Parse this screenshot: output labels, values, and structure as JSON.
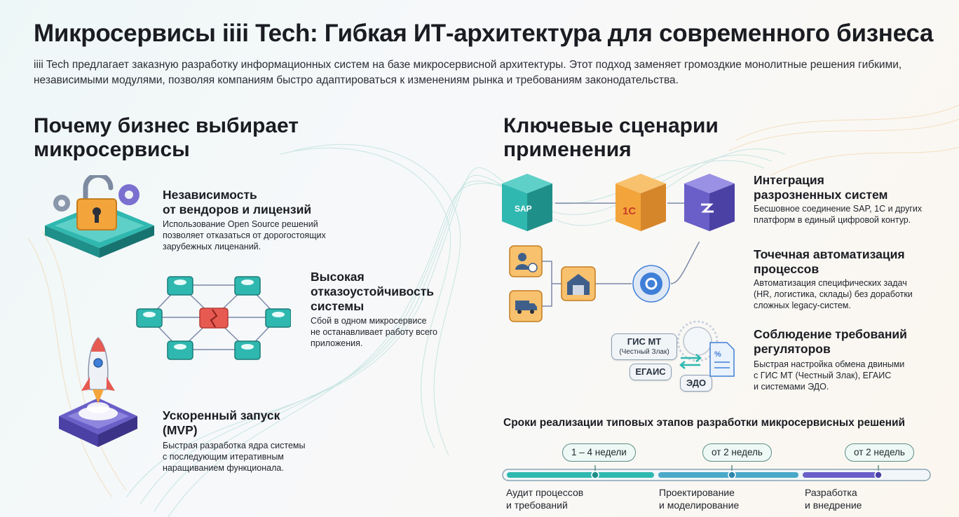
{
  "page": {
    "title": "Микросервисы iiii Tech: Гибкая ИТ-архитектура для современного бизнеса",
    "intro": "iiii Tech предлагает заказную разработку информационных систем на базе микросервисной архитектуры. Этот подход заменяет громоздкие монолитные решения гибкими, независимыми модулями, позволяя компаниям быстро адаптироваться к изменениям рынка и требованиям законодательства."
  },
  "why": {
    "title_line1": "Почему бизнес выбирает",
    "title_line2": "микросервисы",
    "features": [
      {
        "title_line1": "Независимость",
        "title_line2": "от вендоров и лицензий",
        "text_line1": "Использование Open Source решений",
        "text_line2": "позволяет отказаться от дорогостоящих",
        "text_line3": "зарубежных лиценаний."
      },
      {
        "title_line1": "Высокая",
        "title_line2": "отказоустойчивость",
        "title_line3": "системы",
        "text_line1": "Сбой в одном микросервисе",
        "text_line2": "не останавливает работу всего",
        "text_line3": "приложения."
      },
      {
        "title_line1": "Ускоренный запуск",
        "title_line2": "(MVP)",
        "text_line1": "Быстрая разработка ядра системы",
        "text_line2": "с последующим итеративным",
        "text_line3": "наращиванием функционала."
      }
    ]
  },
  "scenarios": {
    "title_line1": "Ключевые сценарии",
    "title_line2": "применения",
    "items": [
      {
        "title_line1": "Интеграция",
        "title_line2": "разрозненных систем",
        "text_line1": "Бесшовное соединение SAP, 1С и других",
        "text_line2": "платформ в единый цифровой контур."
      },
      {
        "title_line1": "Точечная автоматизация",
        "title_line2": "процессов",
        "text_line1": "Автоматизация специфических задач",
        "text_line2": "(HR, логистика, склады) без доработки",
        "text_line3": "сложных legacy-систем."
      },
      {
        "title_line1": "Соблюдение требований",
        "title_line2": "регуляторов",
        "text_line1": "Быстрая настройка обмена двиными",
        "text_line2": "с ГИС МТ (Честный Злак), ЕГАИС",
        "text_line3": "и системами ЭДО."
      }
    ],
    "logos": {
      "sap": "SAP",
      "onec": "1C"
    },
    "badges": {
      "gis_line1": "ГИС МТ",
      "gis_line2": "(Честный Злак)",
      "egais": "ЕГАИС",
      "edo": "ЭДО"
    }
  },
  "timeline": {
    "title": "Сроки реализации типовых этапов разработки микросервисных решений",
    "stages": [
      {
        "duration": "1 – 4 недели",
        "label_line1": "Аудит процессов",
        "label_line2": "и требований",
        "color": "#2fb8b0"
      },
      {
        "duration": "от 2 недель",
        "label_line1": "Проектирование",
        "label_line2": "и моделирование",
        "color": "#4aa8c8"
      },
      {
        "duration": "от 2 недель",
        "label_line1": "Разработка",
        "label_line2": "и внедрение",
        "color": "#6a5fc8"
      }
    ]
  },
  "colors": {
    "teal": "#2fb8b0",
    "orange": "#f3a53b",
    "purple": "#6a5fc8",
    "red": "#e65a52",
    "blue": "#3f7fd8"
  }
}
